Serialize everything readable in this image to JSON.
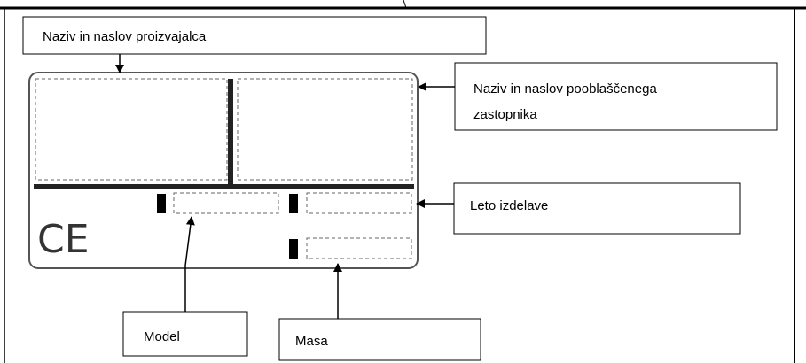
{
  "callouts": {
    "manufacturer": "Naziv in naslov proizvajalca",
    "representative_line1": "Naziv in naslov pooblaščenega",
    "representative_line2": "zastopnika",
    "year": "Leto izdelave",
    "model": "Model",
    "mass": "Masa"
  },
  "plate": {
    "ce_mark": "CE"
  },
  "colors": {
    "line": "#000000",
    "plate_border": "#555555",
    "dashed_field": "#666666"
  }
}
